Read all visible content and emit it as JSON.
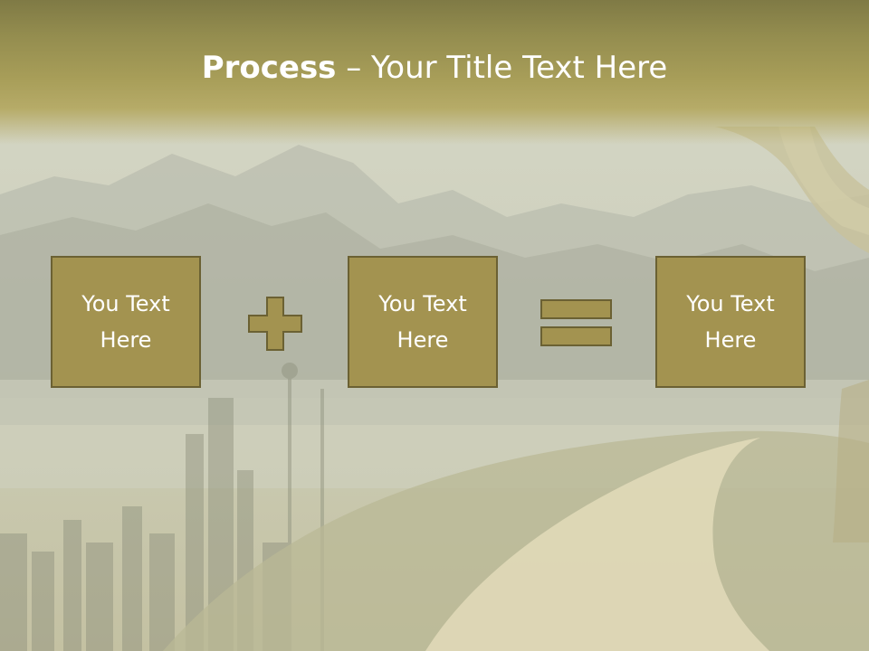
{
  "slide": {
    "title_bold": "Process",
    "title_rest": " – Your Title Text Here",
    "boxes": [
      {
        "label": "You Text Here"
      },
      {
        "label": "You Text Here"
      },
      {
        "label": "You Text Here"
      }
    ],
    "operators": [
      "plus-icon",
      "equals-icon"
    ]
  },
  "colors": {
    "box_fill": "#a39350",
    "box_border": "#6b6133",
    "title_band": "#a89e59",
    "text": "#ffffff"
  }
}
